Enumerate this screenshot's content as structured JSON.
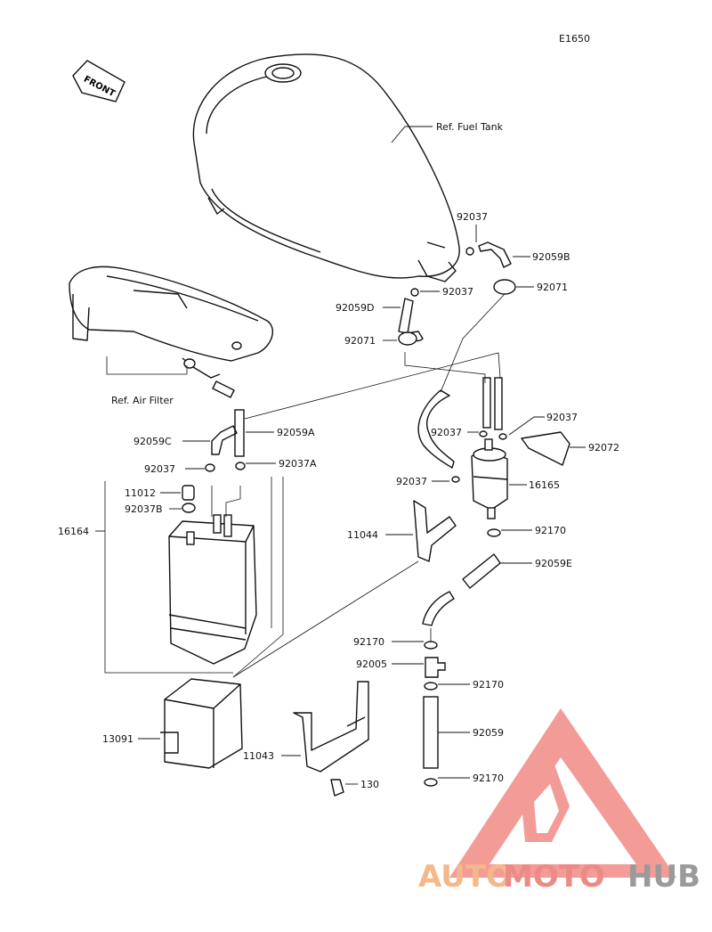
{
  "diagram_code": "E1650",
  "front_label": "FRONT",
  "callouts": {
    "fuel_tank": "Ref. Fuel Tank",
    "air_filter": "Ref. Air Filter",
    "p92037_top": "92037",
    "p92059B": "92059B",
    "p92037_mid": "92037",
    "p92071_right": "92071",
    "p92059D": "92059D",
    "p92071_left": "92071",
    "p92037_right": "92037",
    "p92037_filter": "92037",
    "p92072": "92072",
    "p92059C": "92059C",
    "p92059A": "92059A",
    "p92037_left": "92037",
    "p92037A": "92037A",
    "p92037_pump": "92037",
    "p16165": "16165",
    "p11012": "11012",
    "p92037B": "92037B",
    "p16164": "16164",
    "p11044": "11044",
    "p92170_a": "92170",
    "p92059E": "92059E",
    "p92170_b": "92170",
    "p92005": "92005",
    "p92170_c": "92170",
    "p13091": "13091",
    "p92059": "92059",
    "p11043": "11043",
    "p92170_d": "92170",
    "p130": "130"
  },
  "watermark": {
    "part1": "AUTO",
    "part2": "MOTO",
    "part3": "HUB",
    "colors": {
      "auto": "#f4b88a",
      "moto": "#ec8a86",
      "hub": "#9a9a9a",
      "logo": "#f08a86"
    }
  }
}
